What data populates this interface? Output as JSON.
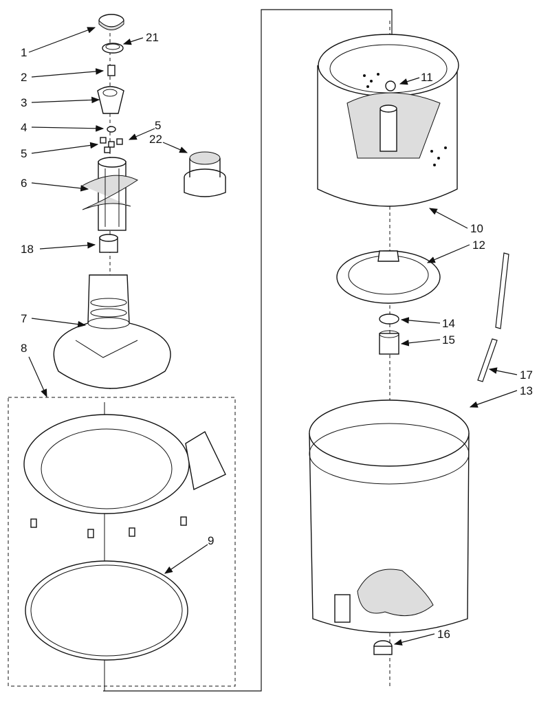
{
  "diagram": {
    "callouts": [
      {
        "id": "1",
        "text": "1"
      },
      {
        "id": "21",
        "text": "21"
      },
      {
        "id": "2",
        "text": "2"
      },
      {
        "id": "3",
        "text": "3"
      },
      {
        "id": "4",
        "text": "4"
      },
      {
        "id": "5a",
        "text": "5"
      },
      {
        "id": "5b",
        "text": "5"
      },
      {
        "id": "22",
        "text": "22"
      },
      {
        "id": "6",
        "text": "6"
      },
      {
        "id": "18",
        "text": "18"
      },
      {
        "id": "7",
        "text": "7"
      },
      {
        "id": "8",
        "text": "8"
      },
      {
        "id": "9",
        "text": "9"
      },
      {
        "id": "11",
        "text": "11"
      },
      {
        "id": "10",
        "text": "10"
      },
      {
        "id": "12",
        "text": "12"
      },
      {
        "id": "14",
        "text": "14"
      },
      {
        "id": "15",
        "text": "15"
      },
      {
        "id": "17",
        "text": "17"
      },
      {
        "id": "13",
        "text": "13"
      },
      {
        "id": "16",
        "text": "16"
      }
    ]
  }
}
